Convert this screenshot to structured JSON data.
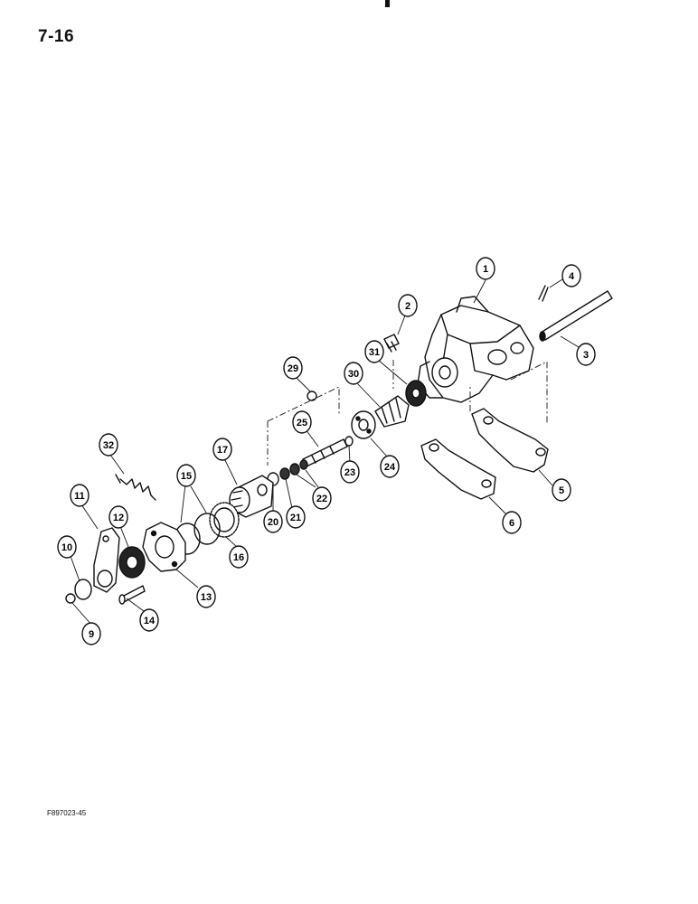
{
  "page": {
    "number": "7-16",
    "figure_code": "F897023-45"
  },
  "callouts": [
    {
      "label": "1"
    },
    {
      "label": "2"
    },
    {
      "label": "3"
    },
    {
      "label": "4"
    },
    {
      "label": "5"
    },
    {
      "label": "6"
    },
    {
      "label": "9"
    },
    {
      "label": "10"
    },
    {
      "label": "11"
    },
    {
      "label": "12"
    },
    {
      "label": "13"
    },
    {
      "label": "14"
    },
    {
      "label": "15"
    },
    {
      "label": "16"
    },
    {
      "label": "17"
    },
    {
      "label": "20"
    },
    {
      "label": "21"
    },
    {
      "label": "22"
    },
    {
      "label": "23"
    },
    {
      "label": "24"
    },
    {
      "label": "25"
    },
    {
      "label": "29"
    },
    {
      "label": "30"
    },
    {
      "label": "31"
    },
    {
      "label": "32"
    }
  ]
}
